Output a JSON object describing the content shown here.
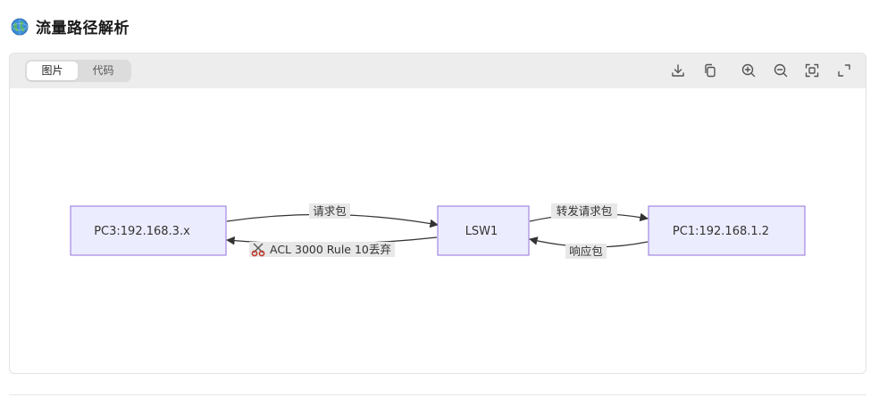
{
  "header": {
    "title": "流量路径解析",
    "icon": "globe-icon"
  },
  "tabs": [
    {
      "label": "图片",
      "active": true
    },
    {
      "label": "代码",
      "active": false
    }
  ],
  "toolbar_icons": [
    "download-icon",
    "copy-icon",
    "zoom-in-icon",
    "zoom-out-icon",
    "fit-screen-icon",
    "fullscreen-icon"
  ],
  "diagram": {
    "nodes": [
      {
        "id": "pc3",
        "label": "PC3:192.168.3.x"
      },
      {
        "id": "lsw1",
        "label": "LSW1"
      },
      {
        "id": "pc1",
        "label": "PC1:192.168.1.2"
      }
    ],
    "edges": [
      {
        "from": "pc3",
        "to": "lsw1",
        "label": "请求包"
      },
      {
        "from": "lsw1",
        "to": "pc3",
        "label": "ACL 3000 Rule 10丢弃",
        "icon": "scissors-icon"
      },
      {
        "from": "lsw1",
        "to": "pc1",
        "label": "转发请求包"
      },
      {
        "from": "pc1",
        "to": "lsw1",
        "label": "响应包"
      }
    ]
  },
  "colors": {
    "node_fill": "#ececff",
    "node_stroke": "#9370db",
    "edge": "#333333",
    "label_bg": "#e8e8e8",
    "toolbar_bg": "#ededed"
  }
}
